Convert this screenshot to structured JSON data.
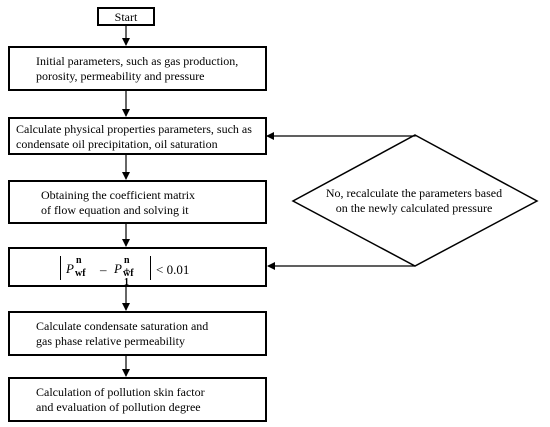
{
  "start": "Start",
  "boxes": {
    "initial": [
      "Initial parameters, such as gas production,",
      "porosity, permeability and pressure"
    ],
    "calculate_properties": [
      "Calculate physical properties parameters, such as",
      "condensate oil precipitation, oil saturation"
    ],
    "coefficient_matrix": [
      "Obtaining the coefficient matrix",
      "of flow equation and solving it"
    ],
    "condensate_saturation": [
      "Calculate condensate saturation and",
      "gas phase relative permeability"
    ],
    "skin_factor": [
      "Calculation of pollution skin factor",
      "and evaluation of pollution degree"
    ]
  },
  "decision": [
    "No, recalculate the parameters based",
    "on the newly calculated pressure"
  ],
  "formula": {
    "symbol": "P",
    "subscript": "wf",
    "sup_left": "n",
    "sup_right": "n + 1",
    "minus": "–",
    "comparison": "< 0.01"
  }
}
